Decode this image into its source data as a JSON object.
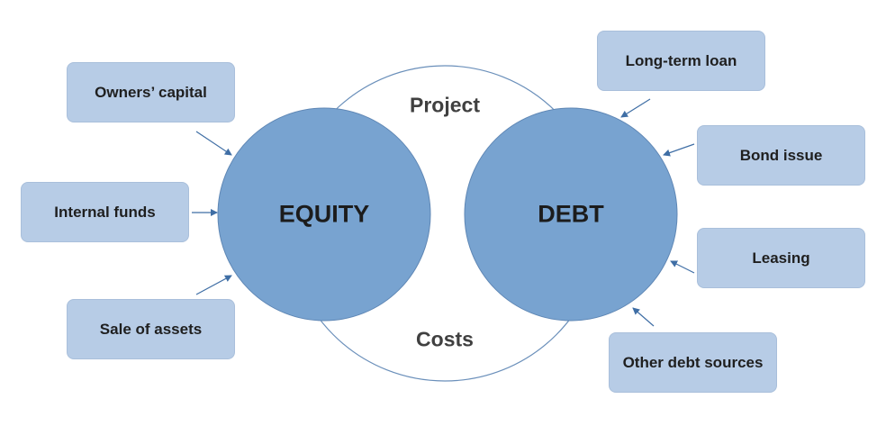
{
  "circles": {
    "equity": "EQUITY",
    "debt": "DEBT"
  },
  "ring": {
    "top": "Project",
    "bottom": "Costs"
  },
  "equity_sources": {
    "owners_capital": "Owners’ capital",
    "internal_funds": "Internal funds",
    "sale_of_assets": "Sale of assets"
  },
  "debt_sources": {
    "long_term_loan": "Long-term loan",
    "bond_issue": "Bond issue",
    "leasing": "Leasing",
    "other_debt_sources": "Other debt sources"
  },
  "colors": {
    "circle_fill": "#78a3d0",
    "circle_stroke": "#5f87b5",
    "box_fill": "#b7cce6",
    "arrow": "#3f6ea5",
    "ring_stroke": "#6a8fba"
  }
}
